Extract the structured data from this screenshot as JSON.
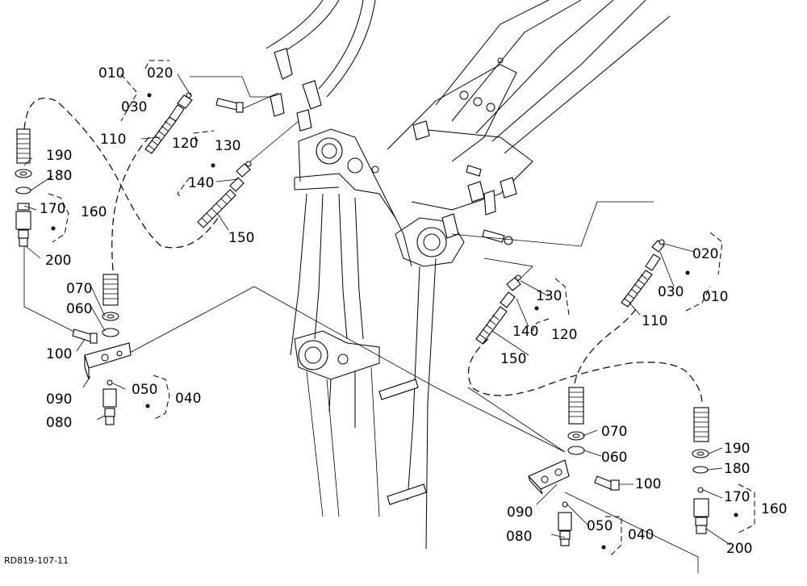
{
  "drawing_ref": "RD819-107-11",
  "callouts": {
    "left": {
      "c010": "010",
      "c020": "020",
      "c030": "030",
      "c110": "110",
      "c120": "120",
      "c130": "130",
      "c140": "140",
      "c150": "150",
      "c190": "190",
      "c180": "180",
      "c170": "170",
      "c160": "160",
      "c200": "200",
      "c070": "070",
      "c060": "060",
      "c100": "100",
      "c090": "090",
      "c050": "050",
      "c040": "040",
      "c080": "080"
    },
    "right": {
      "c020": "020",
      "c030": "030",
      "c010": "010",
      "c130": "130",
      "c140": "140",
      "c120": "120",
      "c110": "110",
      "c150": "150",
      "c070": "070",
      "c060": "060",
      "c190": "190",
      "c180": "180",
      "c100": "100",
      "c170": "170",
      "c160": "160",
      "c090": "090",
      "c050": "050",
      "c040": "040",
      "c080": "080",
      "c200": "200"
    }
  }
}
